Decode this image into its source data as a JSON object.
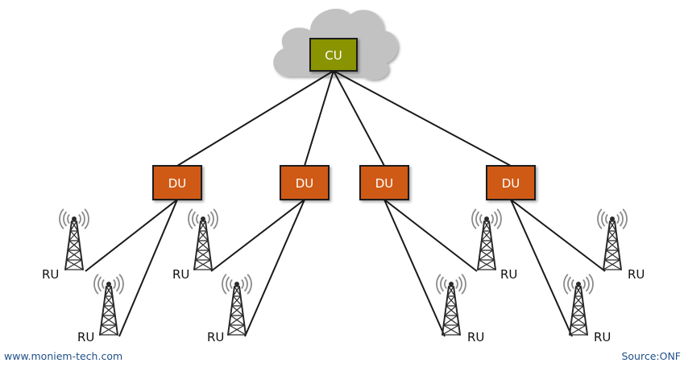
{
  "cu": {
    "label": "CU",
    "color": "#8a9400"
  },
  "cloud": {
    "color": "#c2c2c2"
  },
  "du_color": "#cf5a14",
  "du_units": [
    {
      "label": "DU"
    },
    {
      "label": "DU"
    },
    {
      "label": "DU"
    },
    {
      "label": "DU"
    }
  ],
  "ru_units": [
    {
      "label": "RU"
    },
    {
      "label": "RU"
    },
    {
      "label": "RU"
    },
    {
      "label": "RU"
    },
    {
      "label": "RU"
    },
    {
      "label": "RU"
    },
    {
      "label": "RU"
    },
    {
      "label": "RU"
    }
  ],
  "tower_icon": "radio-tower-icon",
  "footer": {
    "website": "www.moniem-tech.com",
    "source": "Source:ONF"
  }
}
